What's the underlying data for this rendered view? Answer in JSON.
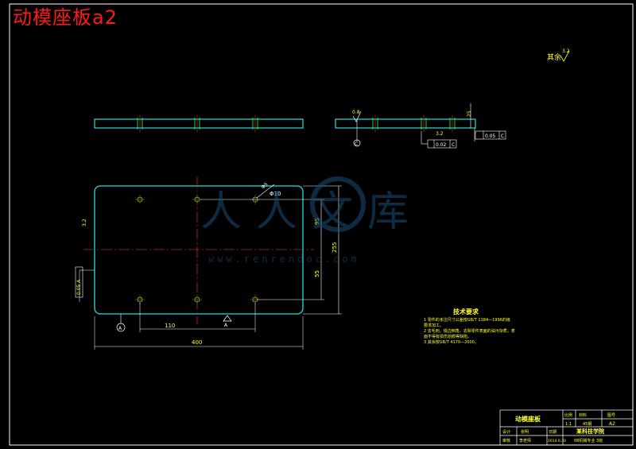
{
  "caption": "动模座板a2",
  "roughness_note": "其余",
  "roughness_value": "3.2",
  "dims": {
    "width_400": "400",
    "width_110": "110",
    "height_255": "255",
    "height_95": "95",
    "height_55": "55",
    "hole_d10": "Φ10",
    "hole_d5": "Φ5",
    "left_roughness": "3.2",
    "side_tol": "0.05 A",
    "side_thk": "25",
    "rough_08": "0.8",
    "rough_32": "3.2",
    "flat_box_a": "0.05",
    "flat_box_a_ref": "C",
    "perp_box": "0.02",
    "perp_box_ref": "C",
    "datum_a": "A",
    "datum_c": "C"
  },
  "tech": {
    "title": "技术要求",
    "lines": [
      "1  零件的未注尺寸公差按GB/T 1184—1996的级",
      "要求加工。",
      "2  去毛刺，锐边倒角，去除零件表面的油污杂质，表",
      "面不得有损伤划痕等缺陷。",
      "3  其余按GB/T 4170—2000。"
    ]
  },
  "title_block": {
    "part_name": "动模座板",
    "scale_label": "比例",
    "scale": "1:1",
    "material_label": "材料",
    "material": "45钢",
    "drawing_no_label": "图号",
    "drawing_no": "A2",
    "designer_label": "设计",
    "designer": "张明",
    "check_label": "审核",
    "checker": "李老师",
    "date_label": "日期",
    "date": "2014.6.30",
    "school": "某科技学院",
    "class": "08机械专业  3班"
  },
  "watermark": {
    "text": "人人文库",
    "url": "www.renrendoc.com"
  }
}
